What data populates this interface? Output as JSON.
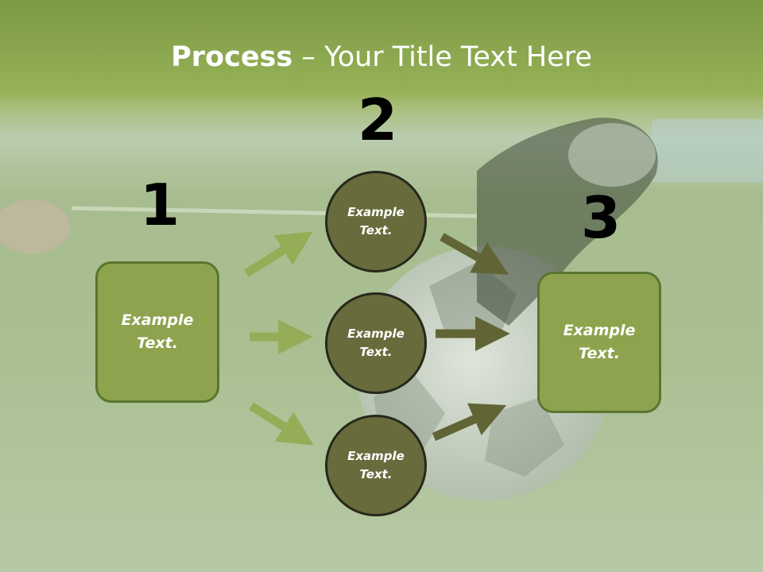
{
  "slide": {
    "title_bold": "Process",
    "title_rest": " – Your Title Text Here",
    "step_numbers": [
      "1",
      "2",
      "3"
    ],
    "left_box": "Example\nText.",
    "circles": [
      "Example\nText.",
      "Example\nText.",
      "Example\nText."
    ],
    "right_box": "Example\nText.",
    "colors": {
      "header_green": "#8aa650",
      "box_fill": "#8ea34e",
      "circle_fill": "#686c3c",
      "light_arrow": "#95ad57",
      "dark_arrow": "#616535"
    }
  }
}
